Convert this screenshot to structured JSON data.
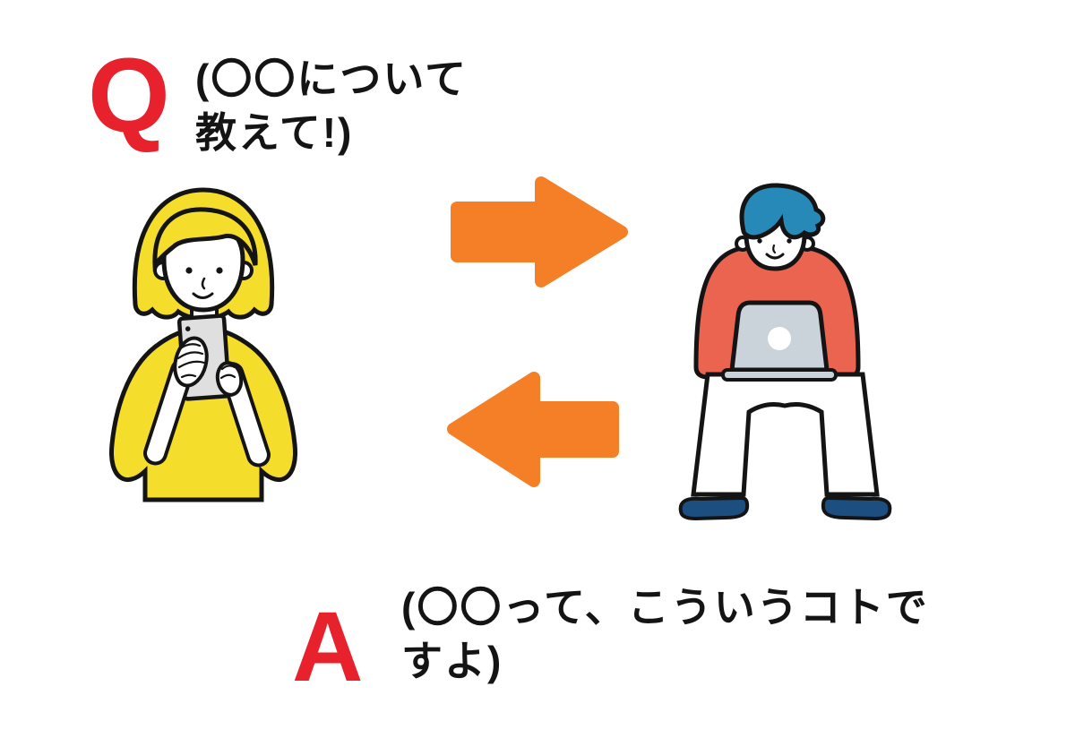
{
  "question": {
    "label": "Q",
    "lines": [
      "(〇〇について",
      "教えて!)"
    ]
  },
  "answer": {
    "label": "A",
    "lines": [
      "(〇〇って、こういうコトで",
      "すよ)"
    ]
  },
  "figures": {
    "asker": "woman-with-smartphone",
    "responder": "man-with-laptop"
  },
  "arrows": {
    "question_direction": "left-to-right",
    "answer_direction": "right-to-left"
  },
  "colors": {
    "red": "#E7222D",
    "orange": "#F47F27",
    "yellow": "#F5DD2B",
    "coral": "#EA6450",
    "teal": "#2689B8",
    "navy": "#1C4E80",
    "phone_gray": "#DFDFDF",
    "laptop_gray": "#C9D3D9",
    "outline": "#141414",
    "background": "#FFFFFF"
  }
}
